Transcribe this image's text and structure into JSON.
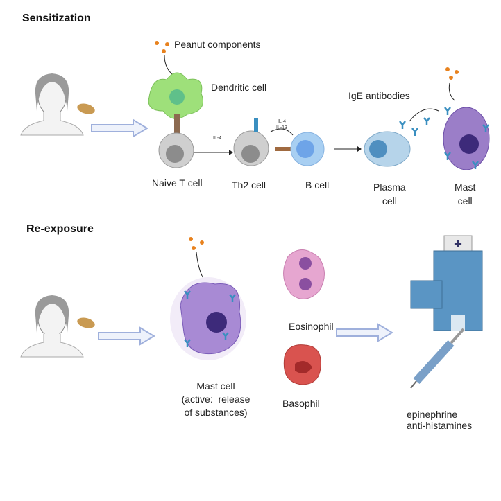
{
  "sections": {
    "sensitization": "Sensitization",
    "reexposure": "Re-exposure"
  },
  "labels": {
    "peanut_components": "Peanut components",
    "dendritic_cell": "Dendritic cell",
    "naive_t_cell": "Naive T cell",
    "th2_cell": "Th2 cell",
    "b_cell": "B cell",
    "plasma_cell": "Plasma\ncell",
    "mast_cell": "Mast\ncell",
    "ige_antibodies": "IgE antibodies",
    "il4": "IL-4",
    "il4_il13": "IL-4\nIL-13",
    "mast_cell_active": "Mast cell\n(active:  release\nof substances)",
    "eosinophil": "Eosinophil",
    "basophil": "Basophil",
    "treatment": "epinephrine\nanti-histamines"
  },
  "colors": {
    "arrow": "#a9b8e0",
    "dendritic": "#9ee07a",
    "tcell": "#c8c8c8",
    "bcell": "#a8cff2",
    "plasma": "#8fb8d8",
    "mast": "#9b7ec8",
    "eosinophil": "#e6a6d0",
    "basophil": "#d9534f",
    "peanut": "#e8821e",
    "antibody": "#3a8fc0"
  }
}
